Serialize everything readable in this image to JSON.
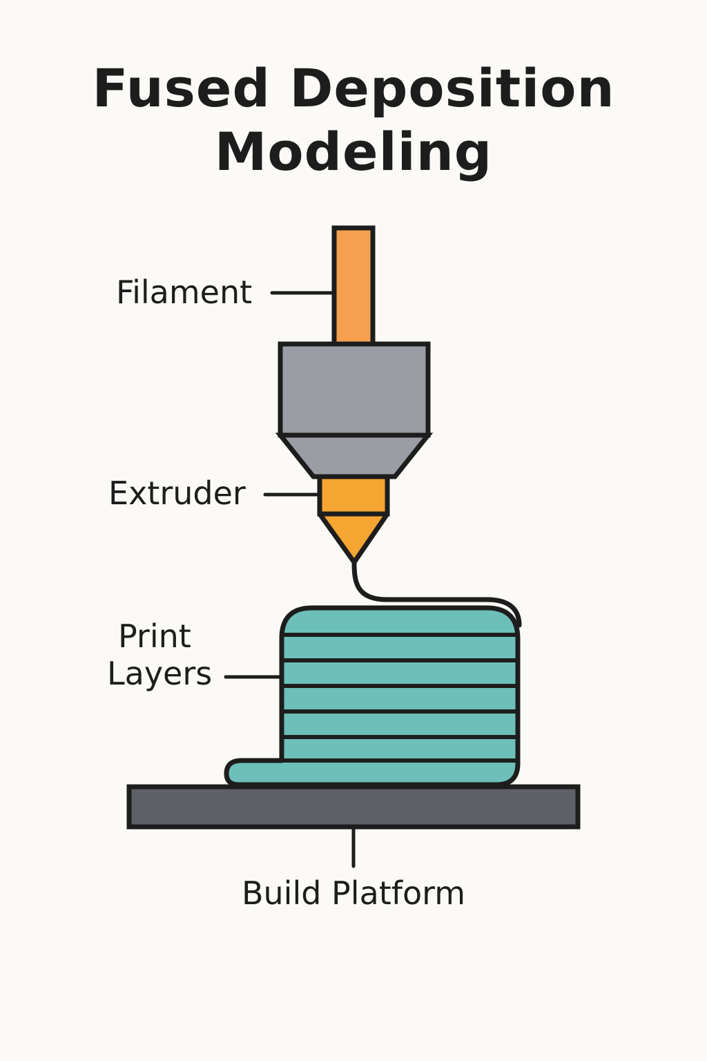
{
  "title": {
    "line1": "Fused Deposition",
    "line2": "Modeling"
  },
  "labels": {
    "filament": "Filament",
    "extruder": "Extruder",
    "print_layers_line1": "Print",
    "print_layers_line2": "Layers",
    "build_platform": "Build Platform"
  },
  "colors": {
    "background": "#fbfaf6",
    "filament": "#f4a04f",
    "extruder_body": "#9a9da3",
    "nozzle": "#f5a532",
    "print_layers": "#6dbfb9",
    "build_platform": "#5d6064",
    "outline": "#1d1d1d"
  }
}
